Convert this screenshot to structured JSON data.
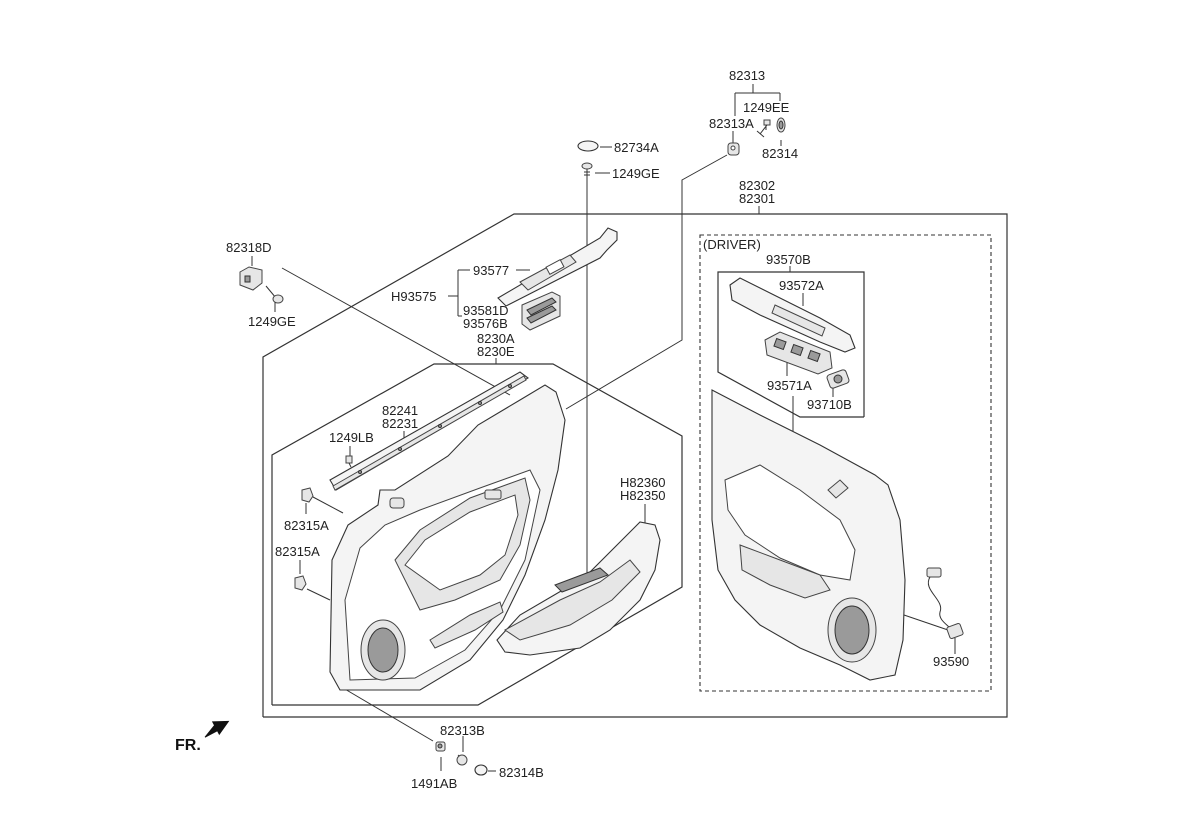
{
  "labels": {
    "p82313": "82313",
    "p1249EE": "1249EE",
    "p82313A": "82313A",
    "p82314": "82314",
    "p82734A": "82734A",
    "p1249GE_top": "1249GE",
    "p82302": "82302",
    "p82301": "82301",
    "p82318D": "82318D",
    "p1249GE_left": "1249GE",
    "driver": "(DRIVER)",
    "p93570B": "93570B",
    "p93572A": "93572A",
    "p93571A": "93571A",
    "p93710B": "93710B",
    "p93577": "93577",
    "pH93575": "H93575",
    "p93581D": "93581D",
    "p93576B": "93576B",
    "p8230A": "8230A",
    "p8230E": "8230E",
    "p82241": "82241",
    "p82231": "82231",
    "p1249LB": "1249LB",
    "p82315A_1": "82315A",
    "p82315A_2": "82315A",
    "pH82360": "H82360",
    "pH82350": "H82350",
    "p93590": "93590",
    "p82313B": "82313B",
    "p1491AB": "1491AB",
    "p82314B": "82314B",
    "fr": "FR."
  }
}
